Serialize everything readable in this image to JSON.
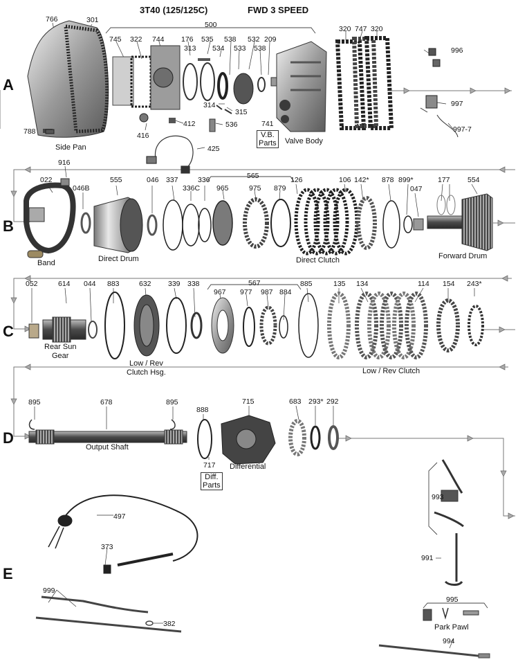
{
  "header": {
    "model": "3T40 (125/125C)",
    "type": "FWD 3 SPEED"
  },
  "sections": [
    "A",
    "B",
    "C",
    "D",
    "E"
  ],
  "parts_a": [
    "766",
    "301",
    "745",
    "322",
    "744",
    "500",
    "176",
    "313",
    "535",
    "534",
    "538",
    "533",
    "532",
    "538",
    "209",
    "320",
    "747",
    "320",
    "996",
    "997",
    "997-7",
    "788",
    "416",
    "412",
    "314",
    "315",
    "536",
    "425",
    "741"
  ],
  "captions_a": [
    "Side Pan",
    "Valve Body"
  ],
  "boxes": {
    "vb": [
      "V.B.",
      "Parts"
    ],
    "diff": [
      "Diff.",
      "Parts"
    ]
  },
  "parts_b": [
    "916",
    "022",
    "046B",
    "555",
    "046",
    "337",
    "336C",
    "336",
    "565",
    "965",
    "975",
    "879",
    "126",
    "106",
    "142*",
    "878",
    "899*",
    "047",
    "177",
    "554"
  ],
  "captions_b": [
    "Band",
    "Direct Drum",
    "Direct Clutch",
    "Forward Drum"
  ],
  "parts_c": [
    "052",
    "614",
    "044",
    "883",
    "632",
    "339",
    "338",
    "567",
    "967",
    "977",
    "987",
    "884",
    "885",
    "135",
    "134",
    "114",
    "154",
    "243*"
  ],
  "captions_c": [
    [
      "Rear Sun",
      "Gear"
    ],
    [
      "Low / Rev",
      "Clutch Hsg."
    ],
    "Low / Rev Clutch"
  ],
  "parts_d": [
    "895",
    "678",
    "895",
    "888",
    "715",
    "683",
    "293*",
    "292",
    "717"
  ],
  "captions_d": [
    "Output Shaft",
    "Differential"
  ],
  "parts_e": [
    "497",
    "373",
    "993",
    "991",
    "995",
    "999",
    "382",
    "994"
  ],
  "captions_e": [
    "Park Pawl"
  ],
  "colors": {
    "metal_dark": "#3a3a3a",
    "metal_mid": "#8a8a8a",
    "metal_light": "#cfcfcf",
    "gasket": "#2b2b2b",
    "line": "#555555"
  }
}
